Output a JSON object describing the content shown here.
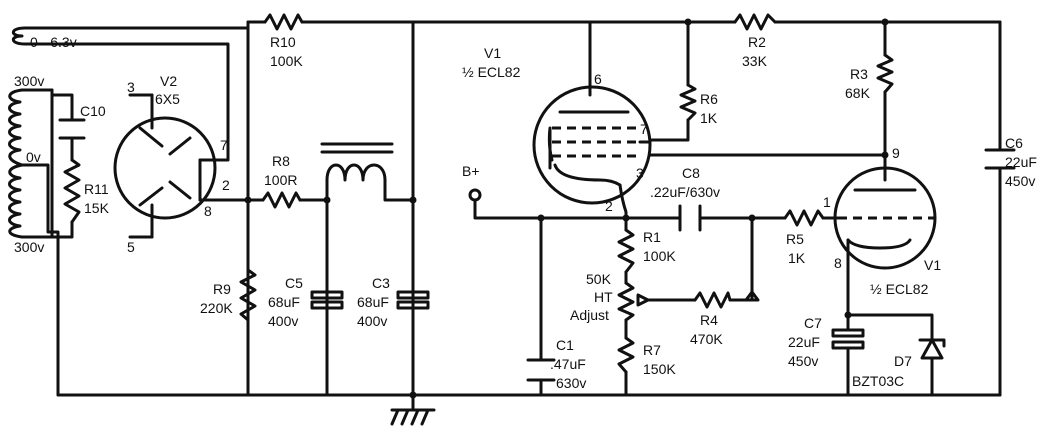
{
  "labels": {
    "heater": "0 - 6.3v",
    "sec_top": "300v",
    "sec_ct": "0v",
    "sec_bot": "300v",
    "c10": "C10",
    "r11": "R11",
    "r11_val": "15K",
    "v2": "V2",
    "v2_type": "6X5",
    "v2_p3": "3",
    "v2_p5": "5",
    "v2_p7": "7",
    "v2_p2": "2",
    "v2_p8": "8",
    "r10": "R10",
    "r10_val": "100K",
    "r8": "R8",
    "r8_val": "100R",
    "r9": "R9",
    "r9_val": "220K",
    "c5": "C5",
    "c5_val": "68uF",
    "c5_v": "400v",
    "c3": "C3",
    "c3_val": "68uF",
    "c3_v": "400v",
    "v1a": "V1",
    "v1a_type": "½ ECL82",
    "v1a_p6": "6",
    "v1a_p7": "7",
    "v1a_p3": "3",
    "v1a_p2": "2",
    "r6": "R6",
    "r6_val": "1K",
    "r2": "R2",
    "r2_val": "33K",
    "r3": "R3",
    "r3_val": "68K",
    "bplus": "B+",
    "c8": "C8",
    "c8_val": ".22uF/630v",
    "r1": "R1",
    "r1_val": "100K",
    "pot_1": "50K",
    "pot_2": "HT",
    "pot_3": "Adjust",
    "r7": "R7",
    "r7_val": "150K",
    "c1": "C1",
    "c1_val": ".47uF",
    "c1_v": "630v",
    "r4": "R4",
    "r4_val": "470K",
    "r5": "R5",
    "r5_val": "1K",
    "v1b_p9": "9",
    "v1b_p1": "1",
    "v1b_p8": "8",
    "v1b": "V1",
    "v1b_type": "½ ECL82",
    "c7": "C7",
    "c7_val": "22uF",
    "c7_v": "450v",
    "d7": "D7",
    "d7_type": "BZT03C",
    "c6": "C6",
    "c6_val": "22uF",
    "c6_v": "450v"
  }
}
